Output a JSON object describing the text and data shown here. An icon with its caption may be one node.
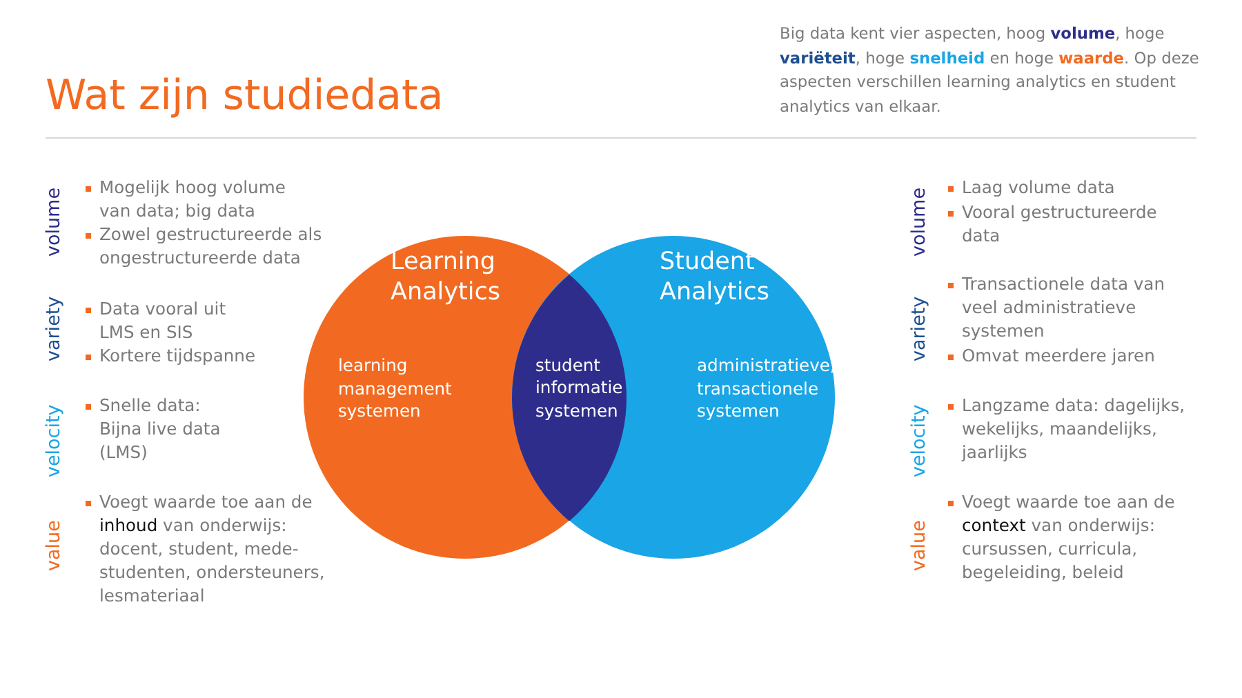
{
  "diagram": {
    "title": "Wat zijn studiedata",
    "nodes": [
      {
        "text": [
          "Learning Analytics",
          "learning management systemen"
        ]
      },
      {
        "text": [
          "Student Analytics",
          "administratieve, transactionele systemen"
        ]
      },
      {
        "text": [
          "student informatie systemen"
        ]
      }
    ],
    "labels": [
      "Big data kent vier aspecten, hoog **volume**, hoge **variëteit**, hoge **snelheid** en hoge **waarde**. Op deze aspecten verschillen learning analytics en student analytics van elkaar.",
      "volume",
      "Mogelijk hoog volume van data; big data",
      "Zowel gestructureerde als ongestructureerde data",
      "variety",
      "Data vooral uit LMS en SIS",
      "Kortere tijdspanne",
      "velocity",
      "Snelle data: Bijna live data (LMS)",
      "value",
      "Voegt waarde toe aan de **inhoud** van onderwijs: docent, student, mede-studenten, ondersteuners, lesmateriaal",
      "volume",
      "Laag volume data",
      "Vooral gestructureerde data",
      "variety",
      "Transactionele data van veel administratieve systemen",
      "Omvat meerdere jaren",
      "velocity",
      "Langzame data: dagelijks, wekelijks, maandelijks, jaarlijks",
      "value",
      "Voegt waarde toe aan de **context** van onderwijs: cursussen, curricula, begeleiding, beleid"
    ]
  }
}
